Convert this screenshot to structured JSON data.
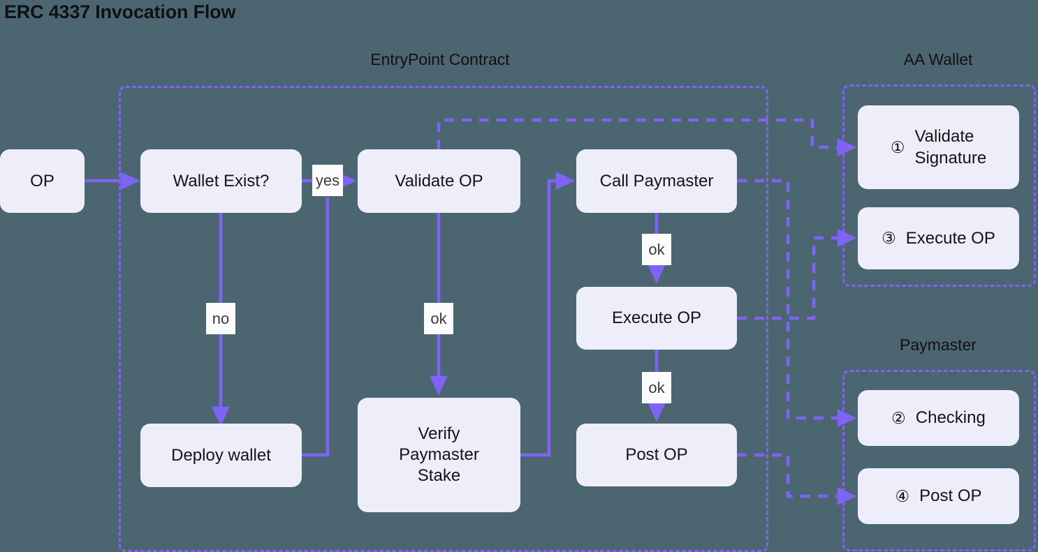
{
  "page": {
    "title": "ERC 4337 Invocation Flow",
    "background_color": "#4B6571",
    "accent_color": "#7E63F4",
    "node_fill": "#EEEEFA",
    "chip_fill": "#FCFCFC",
    "text_color": "#141414"
  },
  "groups": [
    {
      "id": "entrypoint",
      "caption": "EntryPoint Contract"
    },
    {
      "id": "aa_wallet",
      "caption": "AA Wallet"
    },
    {
      "id": "paymaster",
      "caption": "Paymaster"
    }
  ],
  "nodes": {
    "op": {
      "label": "OP"
    },
    "wallet_exist": {
      "label": "Wallet Exist?"
    },
    "deploy_wallet": {
      "label": "Deploy wallet"
    },
    "validate_op": {
      "label": "Validate OP"
    },
    "verify_stake": {
      "label": "Verify\nPaymaster\nStake"
    },
    "call_paymaster": {
      "label": "Call Paymaster"
    },
    "execute_op": {
      "label": "Execute OP"
    },
    "post_op": {
      "label": "Post OP"
    },
    "validate_signature": {
      "number": "①",
      "label": "Validate\nSignature"
    },
    "wallet_execute_op": {
      "number": "③",
      "label": "Execute OP"
    },
    "checking": {
      "number": "②",
      "label": "Checking"
    },
    "paymaster_post_op": {
      "number": "④",
      "label": "Post OP"
    }
  },
  "edge_labels": {
    "yes": "yes",
    "no": "no",
    "ok_validate": "ok",
    "ok_call_paymaster": "ok",
    "ok_execute_op": "ok"
  },
  "chart_data": {
    "type": "flowchart",
    "title": "ERC 4337 Invocation Flow",
    "containers": [
      {
        "name": "EntryPoint Contract",
        "nodes": [
          "Wallet Exist?",
          "Deploy wallet",
          "Validate OP",
          "Verify Paymaster Stake",
          "Call Paymaster",
          "Execute OP",
          "Post OP"
        ]
      },
      {
        "name": "AA Wallet",
        "nodes": [
          "① Validate Signature",
          "③ Execute OP"
        ]
      },
      {
        "name": "Paymaster",
        "nodes": [
          "② Checking",
          "④ Post OP"
        ]
      }
    ],
    "edges": [
      {
        "from": "OP",
        "to": "Wallet Exist?",
        "label": "",
        "style": "solid"
      },
      {
        "from": "Wallet Exist?",
        "to": "Validate OP",
        "label": "yes",
        "style": "solid"
      },
      {
        "from": "Wallet Exist?",
        "to": "Deploy wallet",
        "label": "no",
        "style": "solid"
      },
      {
        "from": "Deploy wallet",
        "to": "Validate OP",
        "label": "",
        "style": "solid"
      },
      {
        "from": "Validate OP",
        "to": "Verify Paymaster Stake",
        "label": "ok",
        "style": "solid"
      },
      {
        "from": "Verify Paymaster Stake",
        "to": "Call Paymaster",
        "label": "",
        "style": "solid"
      },
      {
        "from": "Call Paymaster",
        "to": "Execute OP",
        "label": "ok",
        "style": "solid"
      },
      {
        "from": "Execute OP",
        "to": "Post OP",
        "label": "ok",
        "style": "solid"
      },
      {
        "from": "Validate OP",
        "to": "① Validate Signature",
        "label": "",
        "style": "dashed"
      },
      {
        "from": "Call Paymaster",
        "to": "② Checking",
        "label": "",
        "style": "dashed"
      },
      {
        "from": "Execute OP",
        "to": "③ Execute OP",
        "label": "",
        "style": "dashed"
      },
      {
        "from": "Post OP",
        "to": "④ Post OP",
        "label": "",
        "style": "dashed"
      }
    ]
  }
}
